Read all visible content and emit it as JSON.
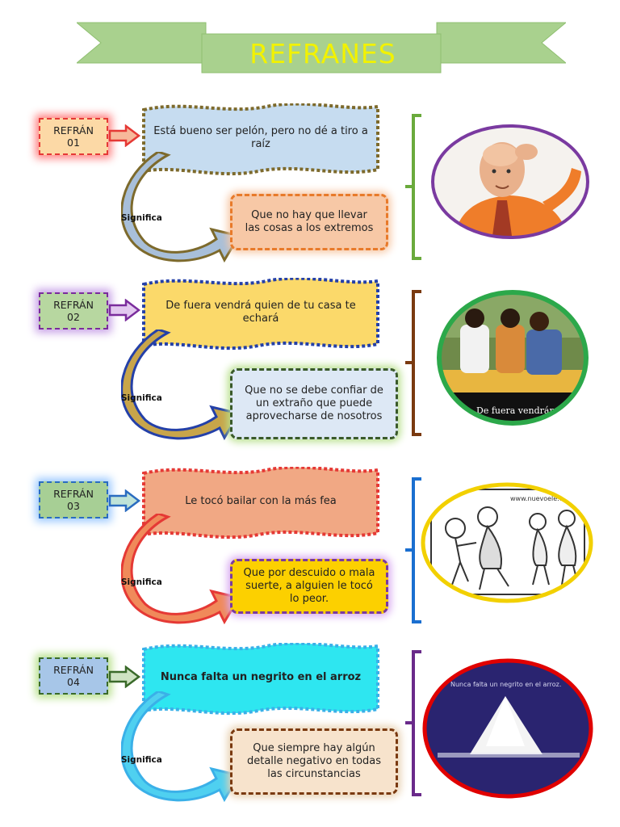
{
  "title": "REFRANES",
  "significa_label": "Significa",
  "refranes": [
    {
      "label_line1": "REFRÁN",
      "label_line2": "01",
      "proverb": "Está bueno ser pelón, pero no dé a tiro a raíz",
      "meaning": "Que no hay que llevar las cosas a los extremos",
      "colors": {
        "label_border": "#e53935",
        "label_fill": "#fcd9a6",
        "label_glow": "#ff6b6b",
        "wave_fill": "#c6dcf0",
        "wave_border": "#7d6a2c",
        "meaning_fill": "#f7c8a6",
        "meaning_border": "#e87a2a",
        "curve": "#a8bfd9",
        "bracket": "#6aaa3c",
        "photo_ring": "#7a3aa0"
      },
      "image_icon": "bald-man-thinking-photo"
    },
    {
      "label_line1": "REFRÁN",
      "label_line2": "02",
      "proverb": "De fuera vendrá quien de tu casa te echará",
      "meaning": "Que no se debe confiar de un extraño que puede aprovecharse de nosotros",
      "colors": {
        "label_border": "#7a2c9c",
        "label_fill": "#b7d7a0",
        "label_glow": "#b58adb",
        "wave_fill": "#fbd96a",
        "wave_border": "#2440a8",
        "meaning_fill": "#dde8f5",
        "meaning_border": "#3a5a2a",
        "curve": "#c8a54a",
        "bracket": "#7a3a10",
        "photo_ring": "#2ca84a"
      },
      "image_icon": "three-people-sitting-photo",
      "image_caption": "De fuera vendrán,"
    },
    {
      "label_line1": "REFRÁN",
      "label_line2": "03",
      "proverb": "Le tocó bailar con la más fea",
      "meaning": "Que por descuido o mala suerte, a alguien le tocó lo peor.",
      "colors": {
        "label_border": "#2a6cc0",
        "label_fill": "#a7cf95",
        "label_glow": "#8ac4ff",
        "wave_fill": "#f1a884",
        "wave_border": "#e53935",
        "meaning_fill": "#fcd000",
        "meaning_border": "#7a3aa0",
        "curve": "#f07a4a",
        "bracket": "#1a6fd0",
        "photo_ring": "#f2d000"
      },
      "image_icon": "dancing-cartoon-photo",
      "image_caption": "www.nuevoele.com"
    },
    {
      "label_line1": "REFRÁN",
      "label_line2": "04",
      "proverb": "Nunca falta un negrito en el arroz",
      "meaning": "Que siempre hay algún detalle negativo en todas las circunstancias",
      "colors": {
        "label_border": "#3a6a2a",
        "label_fill": "#a7c6e8",
        "label_glow": "#b8e08c",
        "wave_fill": "#2ee6f0",
        "wave_border": "#3ab0e8",
        "meaning_fill": "#f7e3cc",
        "meaning_border": "#7a3a10",
        "curve": "#4fd0f0",
        "bracket": "#6a2a8a",
        "photo_ring": "#e00000"
      },
      "image_icon": "rice-pile-photo",
      "image_caption": "Nunca falta un negrito en el arroz."
    }
  ]
}
